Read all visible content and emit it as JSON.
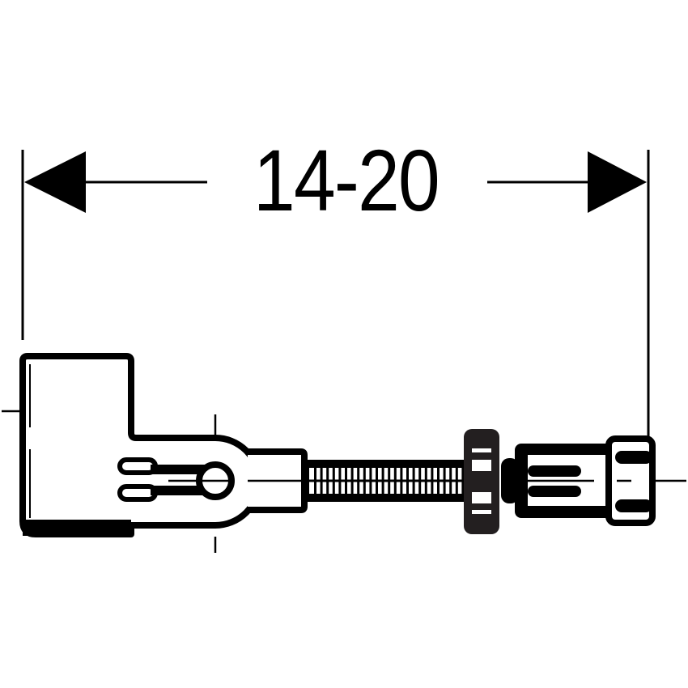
{
  "diagram": {
    "dimension": {
      "label": "14-20",
      "arrow_left": "arrowhead-left",
      "arrow_right": "arrowhead-right"
    },
    "colors": {
      "stroke": "#000000",
      "background": "#ffffff"
    },
    "parts": [
      {
        "name": "elbow-body"
      },
      {
        "name": "slotted-clamp"
      },
      {
        "name": "pivot-hole"
      },
      {
        "name": "threaded-rod"
      },
      {
        "name": "lock-nut"
      },
      {
        "name": "sleeve-connector"
      },
      {
        "name": "end-cap"
      }
    ]
  }
}
